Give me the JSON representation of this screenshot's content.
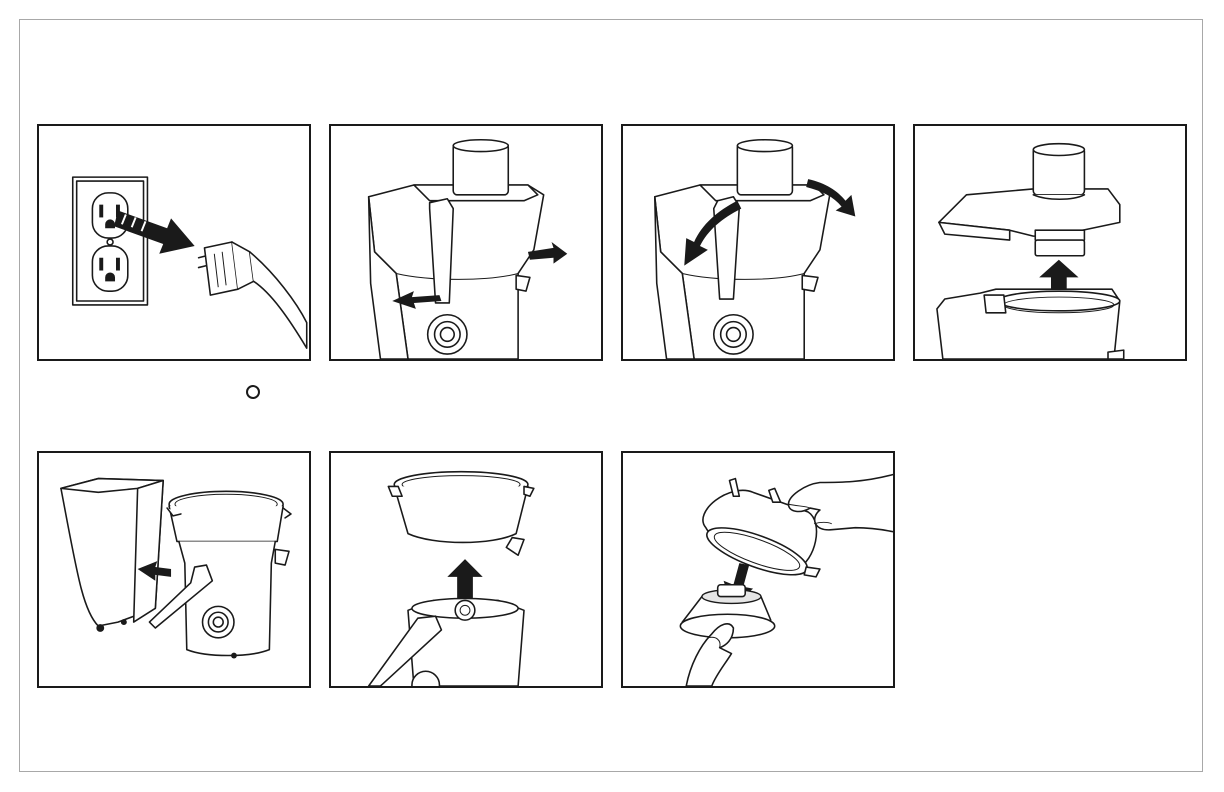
{
  "document": {
    "steps": [
      {
        "illustration": "unplug-from-wall-outlet"
      },
      {
        "illustration": "release-clamp-arms"
      },
      {
        "illustration": "swing-clamp-arms-down"
      },
      {
        "illustration": "lift-off-cover"
      },
      {
        "illustration": "remove-pulp-container"
      },
      {
        "illustration": "lift-out-filter-bowl"
      },
      {
        "illustration": "separate-filter-basket"
      }
    ],
    "bullet_symbol": "o-circle"
  }
}
